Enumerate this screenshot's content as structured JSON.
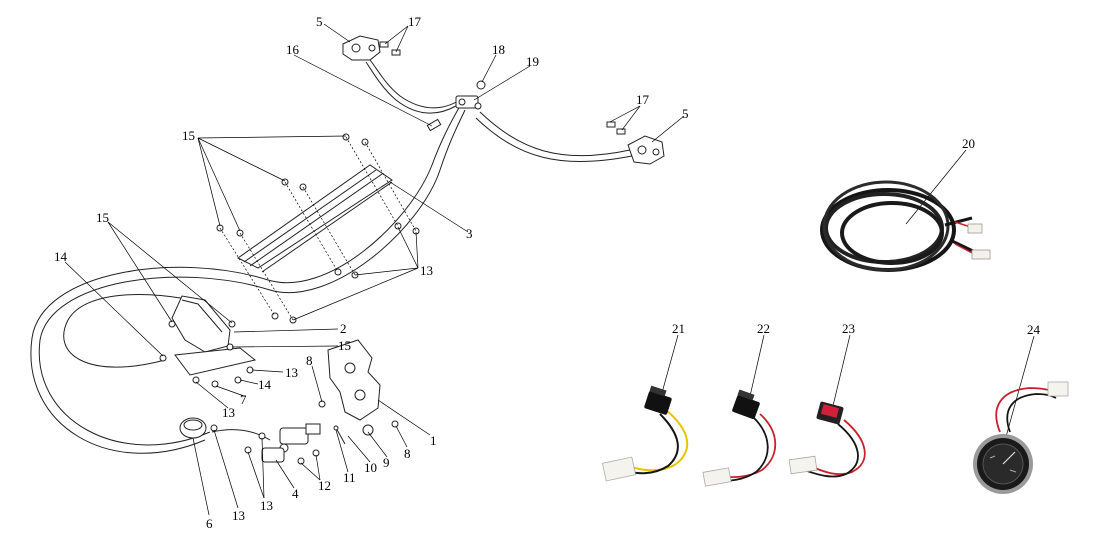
{
  "callouts": {
    "c1": "1",
    "c2": "2",
    "c3": "3",
    "c4": "4",
    "c5a": "5",
    "c5b": "5",
    "c6": "6",
    "c7": "7",
    "c8a": "8",
    "c8b": "8",
    "c9": "9",
    "c10": "10",
    "c11": "11",
    "c12": "12",
    "c13a": "13",
    "c13b": "13",
    "c13c": "13",
    "c13d": "13",
    "c13e": "13",
    "c14a": "14",
    "c14b": "14",
    "c15a": "15",
    "c15b": "15",
    "c15c": "15",
    "c16": "16",
    "c17a": "17",
    "c17b": "17",
    "c18": "18",
    "c19": "19",
    "c20": "20",
    "c21": "21",
    "c22": "22",
    "c23": "23",
    "c24": "24"
  },
  "colors": {
    "line": "#222222",
    "wire_red": "#c8202a",
    "wire_black": "#151515",
    "wire_yellow": "#e8c400",
    "switch_red": "#d0203a"
  }
}
